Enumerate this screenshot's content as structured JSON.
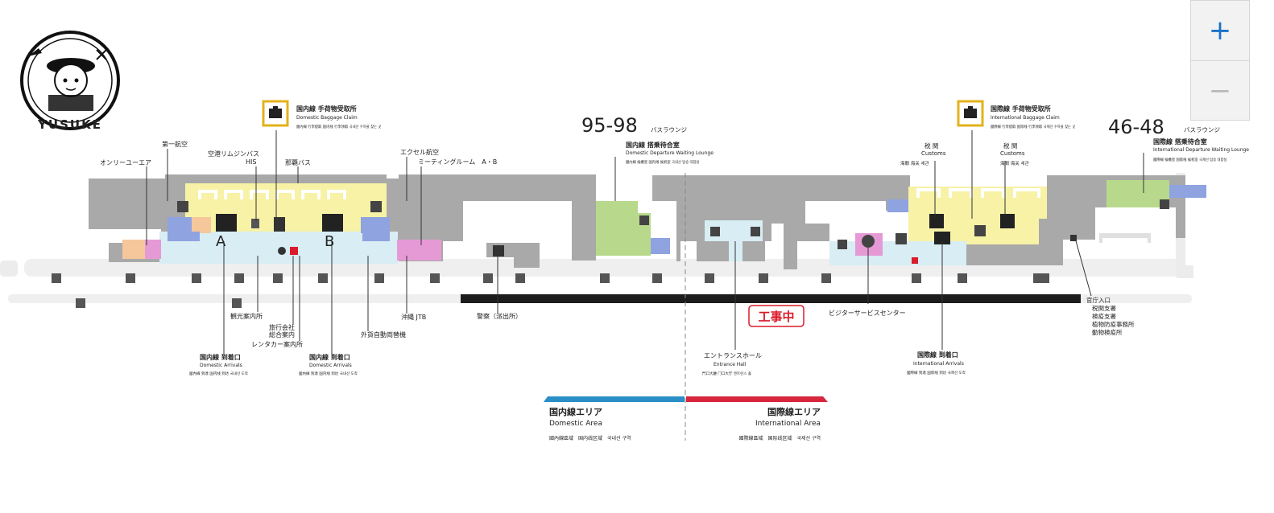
{
  "logo": {
    "text": "YUSUKE"
  },
  "zoom": {
    "in_label": "+",
    "out_label": "−"
  },
  "signs": {
    "dom_baggage": {
      "ja": "国内線 手荷物受取所",
      "en": "Domestic Baggage Claim",
      "sub": "國內線 行李提取 国内线 行李领取 국내선 수하물 찾는 곳"
    },
    "intl_baggage": {
      "ja": "国際線 手荷物受取所",
      "en": "International Baggage Claim",
      "sub": "國際線 行李提取 国际线 行李领取 국제선 수하물 찾는 곳"
    },
    "lounge_dom": {
      "num": "95-98",
      "suffix": "バスラウンジ",
      "ja": "国内線 搭乗待合室",
      "en": "Domestic Departure Waiting Lounge",
      "sub": "國內線 候機室 国内线 候机室 국내선 탑승 대합실"
    },
    "lounge_intl": {
      "num": "46-48",
      "suffix": "バスラウンジ",
      "ja": "国際線 搭乗待合室",
      "en": "International Departure Waiting Lounge",
      "sub": "國際線 候機室 国际线 候机室 국제선 탑승 대합실"
    },
    "customs_1": {
      "ja": "税 関",
      "en": "Customs",
      "sub": "海關 海关 세관"
    },
    "customs_2": {
      "ja": "税 関",
      "en": "Customs",
      "sub": "海關 海关 세관"
    },
    "dom_arr_a": {
      "ja": "国内線 到着口",
      "en": "Domestic Arrivals",
      "sub": "國內線 到達 国内线 到达 국내선 도착"
    },
    "dom_arr_b": {
      "ja": "国内線 到着口",
      "en": "Domestic Arrivals",
      "sub": "國內線 到達 国内线 到达 국내선 도착"
    },
    "entrance": {
      "ja": "エントランスホール",
      "en": "Entrance Hall",
      "sub": "門口大廳 门口大厅 엔트런스 홀"
    },
    "intl_arr": {
      "ja": "国際線 到着口",
      "en": "International Arrivals",
      "sub": "國際線 到達 国际线 到达 국제선 도착"
    }
  },
  "labels": {
    "only_you": "オンリーユーエア",
    "daiichi": "第一航空",
    "limousine": "空港リムジンバス",
    "his": "HIS",
    "naha_bus": "那覇バス",
    "excel": "エクセル航空",
    "meeting": "ミーティングルーム　A・B",
    "tourist": "観光案内所",
    "travel_1": "旅行会社",
    "travel_2": "総合案内",
    "rental": "レンタカー案内所",
    "okinawa_jtb": "沖縄 JTB",
    "exchange": "外貨自動両替機",
    "police": "警察（派出所）",
    "visitor": "ビジターサービスセンター",
    "official_entrance": "官庁入口",
    "official_list": [
      "税関支署",
      "検疫支署",
      "植物防疫事務所",
      "動物検疫所"
    ]
  },
  "zones": {
    "a": "A",
    "b": "B"
  },
  "construction": "工事中",
  "legend": {
    "domestic": {
      "ja": "国内線エリア",
      "en": "Domestic Area",
      "sub": "國內線區域　国内线区域　국내선 구역"
    },
    "international": {
      "ja": "国際線エリア",
      "en": "International Area",
      "sub": "國際線區域　国际线区域　국제선 구역"
    }
  },
  "colors": {
    "building": "#a9a9a9",
    "baggage_yellow": "#f7f2a6",
    "lounge_green": "#b8d98c",
    "hall_blue": "#d8edf4",
    "pink": "#e59ad6",
    "orange": "#f6c79b",
    "gold": "#e3b21b",
    "domestic_blue": "#2a8fc7",
    "international_red": "#d7263d",
    "construction_red": "#d91b2a"
  }
}
